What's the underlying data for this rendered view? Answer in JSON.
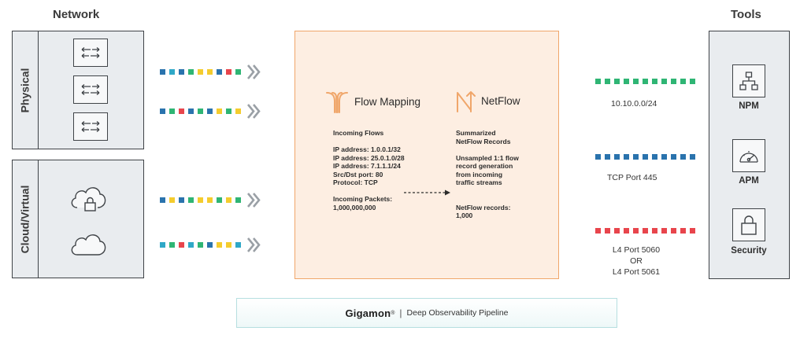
{
  "headings": {
    "network": "Network",
    "tools": "Tools"
  },
  "network": {
    "physical_label": "Physical",
    "cloud_label": "Cloud/Virtual",
    "physical_icons": [
      "switch-icon",
      "switch-icon",
      "switch-icon"
    ],
    "cloud_icons": [
      "cloud-lock-icon",
      "cloud-icon"
    ]
  },
  "colors": {
    "blue": "#2a73ad",
    "green": "#2fb574",
    "yellow": "#f4cc2e",
    "red": "#e8454c",
    "teal": "#2fa8c7",
    "orange": "#f0a66a",
    "chevron": "#9aa0a6"
  },
  "streams_in": [
    [
      "blue",
      "teal",
      "blue",
      "green",
      "yellow",
      "yellow",
      "blue",
      "red",
      "green"
    ],
    [
      "blue",
      "green",
      "red",
      "blue",
      "green",
      "blue",
      "yellow",
      "green",
      "yellow"
    ],
    [
      "blue",
      "yellow",
      "blue",
      "green",
      "yellow",
      "yellow",
      "green",
      "yellow",
      "green"
    ],
    [
      "teal",
      "green",
      "red",
      "teal",
      "green",
      "blue",
      "yellow",
      "yellow",
      "teal"
    ]
  ],
  "center": {
    "flow_mapping_title": "Flow Mapping",
    "netflow_title": "NetFlow",
    "left_lines": [
      "Incoming Flows",
      "",
      "IP address: 1.0.0.1/32",
      "IP address: 25.0.1.0/28",
      "IP address: 7.1.1.1/24",
      "Src/Dst port: 80",
      "Protocol: TCP",
      "",
      "Incoming Packets:",
      "1,000,000,000"
    ],
    "right_lines": [
      "Summarized",
      "NetFlow Records",
      "",
      "Unsampled 1:1 flow",
      "record generation",
      "from incoming",
      "traffic streams",
      "",
      "",
      "NetFlow records:",
      "1,000"
    ]
  },
  "streams_out": [
    {
      "color": "green",
      "count": 12,
      "label": "10.10.0.0/24"
    },
    {
      "color": "blue",
      "count": 12,
      "label": "TCP Port 445"
    },
    {
      "color": "red",
      "count": 12,
      "label_lines": [
        "L4 Port 5060",
        "OR",
        "L4 Port 5061"
      ]
    }
  ],
  "tools": [
    {
      "name": "NPM",
      "icon": "network-topology-icon"
    },
    {
      "name": "APM",
      "icon": "gauge-icon"
    },
    {
      "name": "Security",
      "icon": "lock-icon"
    }
  ],
  "footer": {
    "brand": "Gigamon",
    "trademark": "®",
    "separator": "|",
    "text": "Deep Observability Pipeline"
  }
}
